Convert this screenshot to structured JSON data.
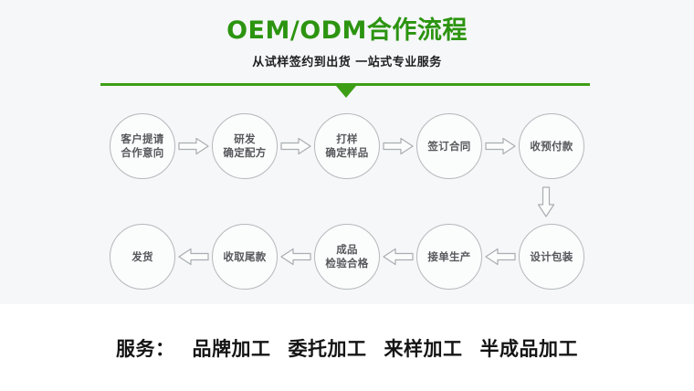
{
  "header": {
    "title": "OEM/ODM合作流程",
    "subtitle": "从试样签约到出货 一站式专业服务",
    "accent_color": "#3d9e16",
    "title_color": "#2c9410"
  },
  "flow": {
    "panel_background": "#f5f7f9",
    "node_border_color": "#b4b9bc",
    "node_text_color": "#56595c",
    "arrow_color": "#a9aeb1",
    "row1_direction": "right",
    "row2_direction": "left",
    "row1": [
      {
        "lines": [
          "客户提请",
          "合作意向"
        ]
      },
      {
        "lines": [
          "研发",
          "确定配方"
        ]
      },
      {
        "lines": [
          "打样",
          "确定样品"
        ]
      },
      {
        "lines": [
          "签订合同"
        ]
      },
      {
        "lines": [
          "收预付款"
        ]
      }
    ],
    "row2": [
      {
        "lines": [
          "发货"
        ]
      },
      {
        "lines": [
          "收取尾款"
        ]
      },
      {
        "lines": [
          "成品",
          "检验合格"
        ]
      },
      {
        "lines": [
          "接单生产"
        ]
      },
      {
        "lines": [
          "设计包装"
        ]
      }
    ],
    "vertical_arrow": "arrow-down-icon"
  },
  "services": {
    "label": "服务：",
    "items": [
      "品牌加工",
      "委托加工",
      "来样加工",
      "半成品加工"
    ]
  }
}
